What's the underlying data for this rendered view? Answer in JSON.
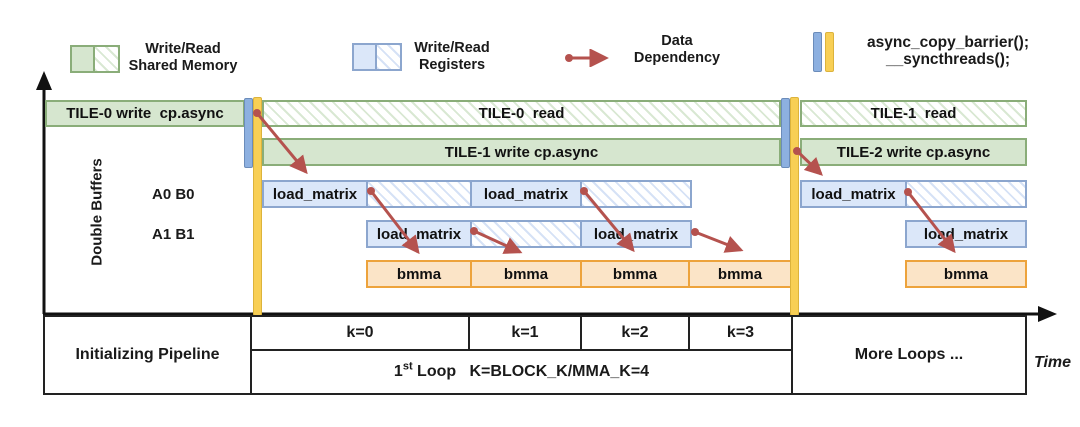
{
  "legend": {
    "shared_memory": {
      "line1": "Write/Read",
      "line2": "Shared Memory"
    },
    "registers": {
      "line1": "Write/Read",
      "line2": "Registers"
    },
    "dependency": {
      "line1": "Data",
      "line2": "Dependency"
    },
    "barrier": {
      "line1": "async_copy_barrier();",
      "line2": "__syncthreads();"
    }
  },
  "rows": {
    "shared_row1": {
      "tile0_write": "TILE-0 write  cp.async",
      "tile0_read": "TILE-0  read",
      "tile1_read": "TILE-1  read"
    },
    "shared_row2": {
      "tile1_write": "TILE-1 write cp.async",
      "tile2_write": "TILE-2 write cp.async"
    },
    "buffers_label": "Double Buffers",
    "a0b0_label": "A0 B0",
    "a1b1_label": "A1 B1",
    "load_matrix": "load_matrix",
    "bmma": "bmma"
  },
  "axis_table": {
    "initializing": "Initializing Pipeline",
    "k": [
      "k=0",
      "k=1",
      "k=2",
      "k=3"
    ],
    "loop_num": "1",
    "loop_sup": "st",
    "loop_rest": " Loop   K=BLOCK_K/MMA_K=4",
    "more_loops": "More Loops ...",
    "time_label": "Time"
  },
  "colors": {
    "shared_green_fill": "#d6e6cf",
    "shared_green_border": "#8aad79",
    "register_blue_fill": "#dbe7f9",
    "register_blue_border": "#8ca6ce",
    "bmma_orange_fill": "#fbe4c7",
    "bmma_orange_border": "#eda33c",
    "barrier_blue": "#8db0e0",
    "barrier_yellow": "#f8cf55",
    "dependency_arrow_red": "#b5524e"
  }
}
